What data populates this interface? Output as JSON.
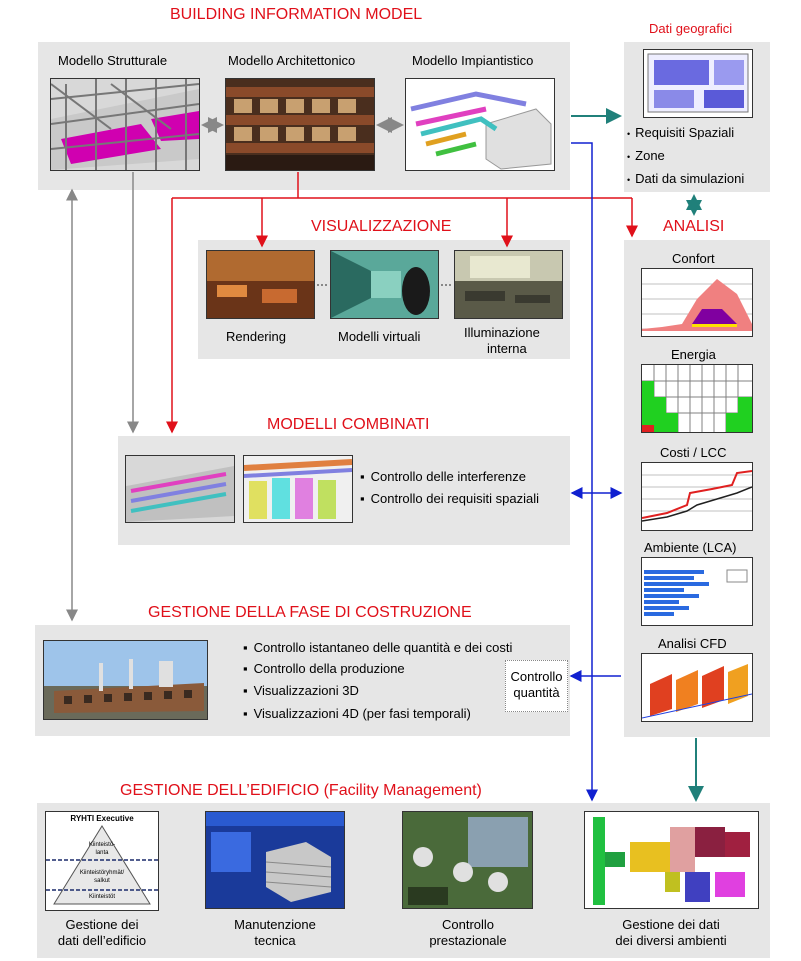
{
  "bim": {
    "title": "BUILDING INFORMATION MODEL",
    "models": [
      "Modello Strutturale",
      "Modello Architettonico",
      "Modello Impiantistico"
    ]
  },
  "geo": {
    "title": "Dati geografici",
    "items": [
      "Requisiti Spaziali",
      "Zone",
      "Dati da simulazioni"
    ]
  },
  "vis": {
    "title": "VISUALIZZAZIONE",
    "items": [
      "Rendering",
      "Modelli virtuali",
      "Illuminazione",
      "interna"
    ]
  },
  "analisi": {
    "title": "ANALISI",
    "items": [
      "Confort",
      "Energia",
      "Costi / LCC",
      "Ambiente (LCA)",
      "Analisi CFD"
    ]
  },
  "combinati": {
    "title": "MODELLI COMBINATI",
    "items": [
      "Controllo delle interferenze",
      "Controllo dei requisiti spaziali"
    ]
  },
  "costruzione": {
    "title": "GESTIONE DELLA FASE DI COSTRUZIONE",
    "items": [
      "Controllo istantaneo delle quantità e dei costi",
      "Controllo della produzione",
      "Visualizzazioni 3D",
      "Visualizzazioni 4D (per fasi temporali)"
    ],
    "quantita": [
      "Controllo",
      "quantità"
    ]
  },
  "edificio": {
    "title": "GESTIONE DELL’EDIFICIO (Facility Management)",
    "items": [
      [
        "Gestione dei",
        "dati dell’edificio"
      ],
      [
        "Manutenzione",
        "tecnica"
      ],
      [
        "Controllo",
        "prestazionale"
      ],
      [
        "Gestione dei dati",
        "dei diversi ambienti"
      ]
    ],
    "ryhti": {
      "title": "RYHTI Executive",
      "levels": [
        "Kiinteistö-",
        "lanta",
        "Kiinteistöryhmät/",
        "salkut",
        "Kiinteistöt"
      ]
    }
  }
}
